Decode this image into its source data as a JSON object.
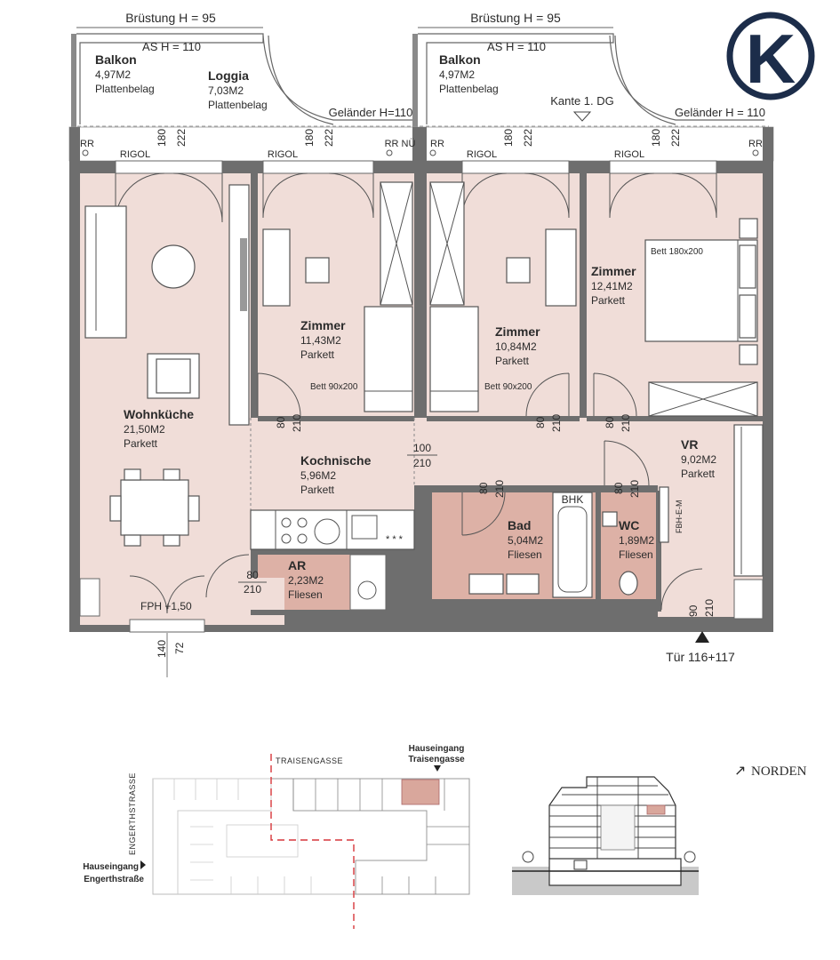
{
  "logo": {
    "letter": "K",
    "color": "#1c2d4a"
  },
  "top_labels": {
    "bruestung_left": "Brüstung H = 95",
    "bruestung_right": "Brüstung H = 95",
    "ash_left": "AS H = 110",
    "ash_right": "AS H = 110",
    "gelaender_left": "Geländer H=110",
    "gelaender_right": "Geländer H = 110",
    "kante": "Kante 1. DG",
    "rr": "RR",
    "rr_nue": "RR NÜ",
    "rigol": "RIGOL",
    "dim_180": "180",
    "dim_222": "222"
  },
  "balcony_left": {
    "name": "Balkon",
    "area": "4,97M2",
    "floor": "Plattenbelag"
  },
  "loggia": {
    "name": "Loggia",
    "area": "7,03M2",
    "floor": "Plattenbelag"
  },
  "balcony_right": {
    "name": "Balkon",
    "area": "4,97M2",
    "floor": "Plattenbelag"
  },
  "rooms": {
    "wohnkueche": {
      "name": "Wohnküche",
      "area": "21,50M2",
      "floor": "Parkett"
    },
    "zimmer1": {
      "name": "Zimmer",
      "area": "11,43M2",
      "floor": "Parkett"
    },
    "zimmer2": {
      "name": "Zimmer",
      "area": "10,84M2",
      "floor": "Parkett"
    },
    "zimmer3": {
      "name": "Zimmer",
      "area": "12,41M2",
      "floor": "Parkett"
    },
    "kochnische": {
      "name": "Kochnische",
      "area": "5,96M2",
      "floor": "Parkett"
    },
    "ar": {
      "name": "AR",
      "area": "2,23M2",
      "floor": "Fliesen"
    },
    "bad": {
      "name": "Bad",
      "area": "5,04M2",
      "floor": "Fliesen"
    },
    "wc": {
      "name": "WC",
      "area": "1,89M2",
      "floor": "Fliesen"
    },
    "vr": {
      "name": "VR",
      "area": "9,02M2",
      "floor": "Parkett"
    }
  },
  "furniture": {
    "bed_double": "Bett 180x200",
    "bed_single_1": "Bett 90x200",
    "bed_single_2": "Bett 90x200",
    "bhk": "BHK",
    "fbh": "FBH-E-M",
    "fph": "FPH +1,50",
    "stars": "* * *"
  },
  "dims": {
    "d80": "80",
    "d210": "210",
    "d100": "100",
    "d90": "90",
    "d140": "140",
    "d72": "72"
  },
  "entrance": {
    "label": "Tür 116+117"
  },
  "siteplan": {
    "street_top": "TRAISENGASSE",
    "street_left": "ENGERTHSTRASSE",
    "entrance_top_1": "Hauseingang",
    "entrance_top_2": "Traisengasse",
    "entrance_left_1": "Hauseingang",
    "entrance_left_2": "Engerthstraße",
    "north": "NORDEN",
    "north_arrow": "↗",
    "highlight_color": "#d9a79c"
  }
}
